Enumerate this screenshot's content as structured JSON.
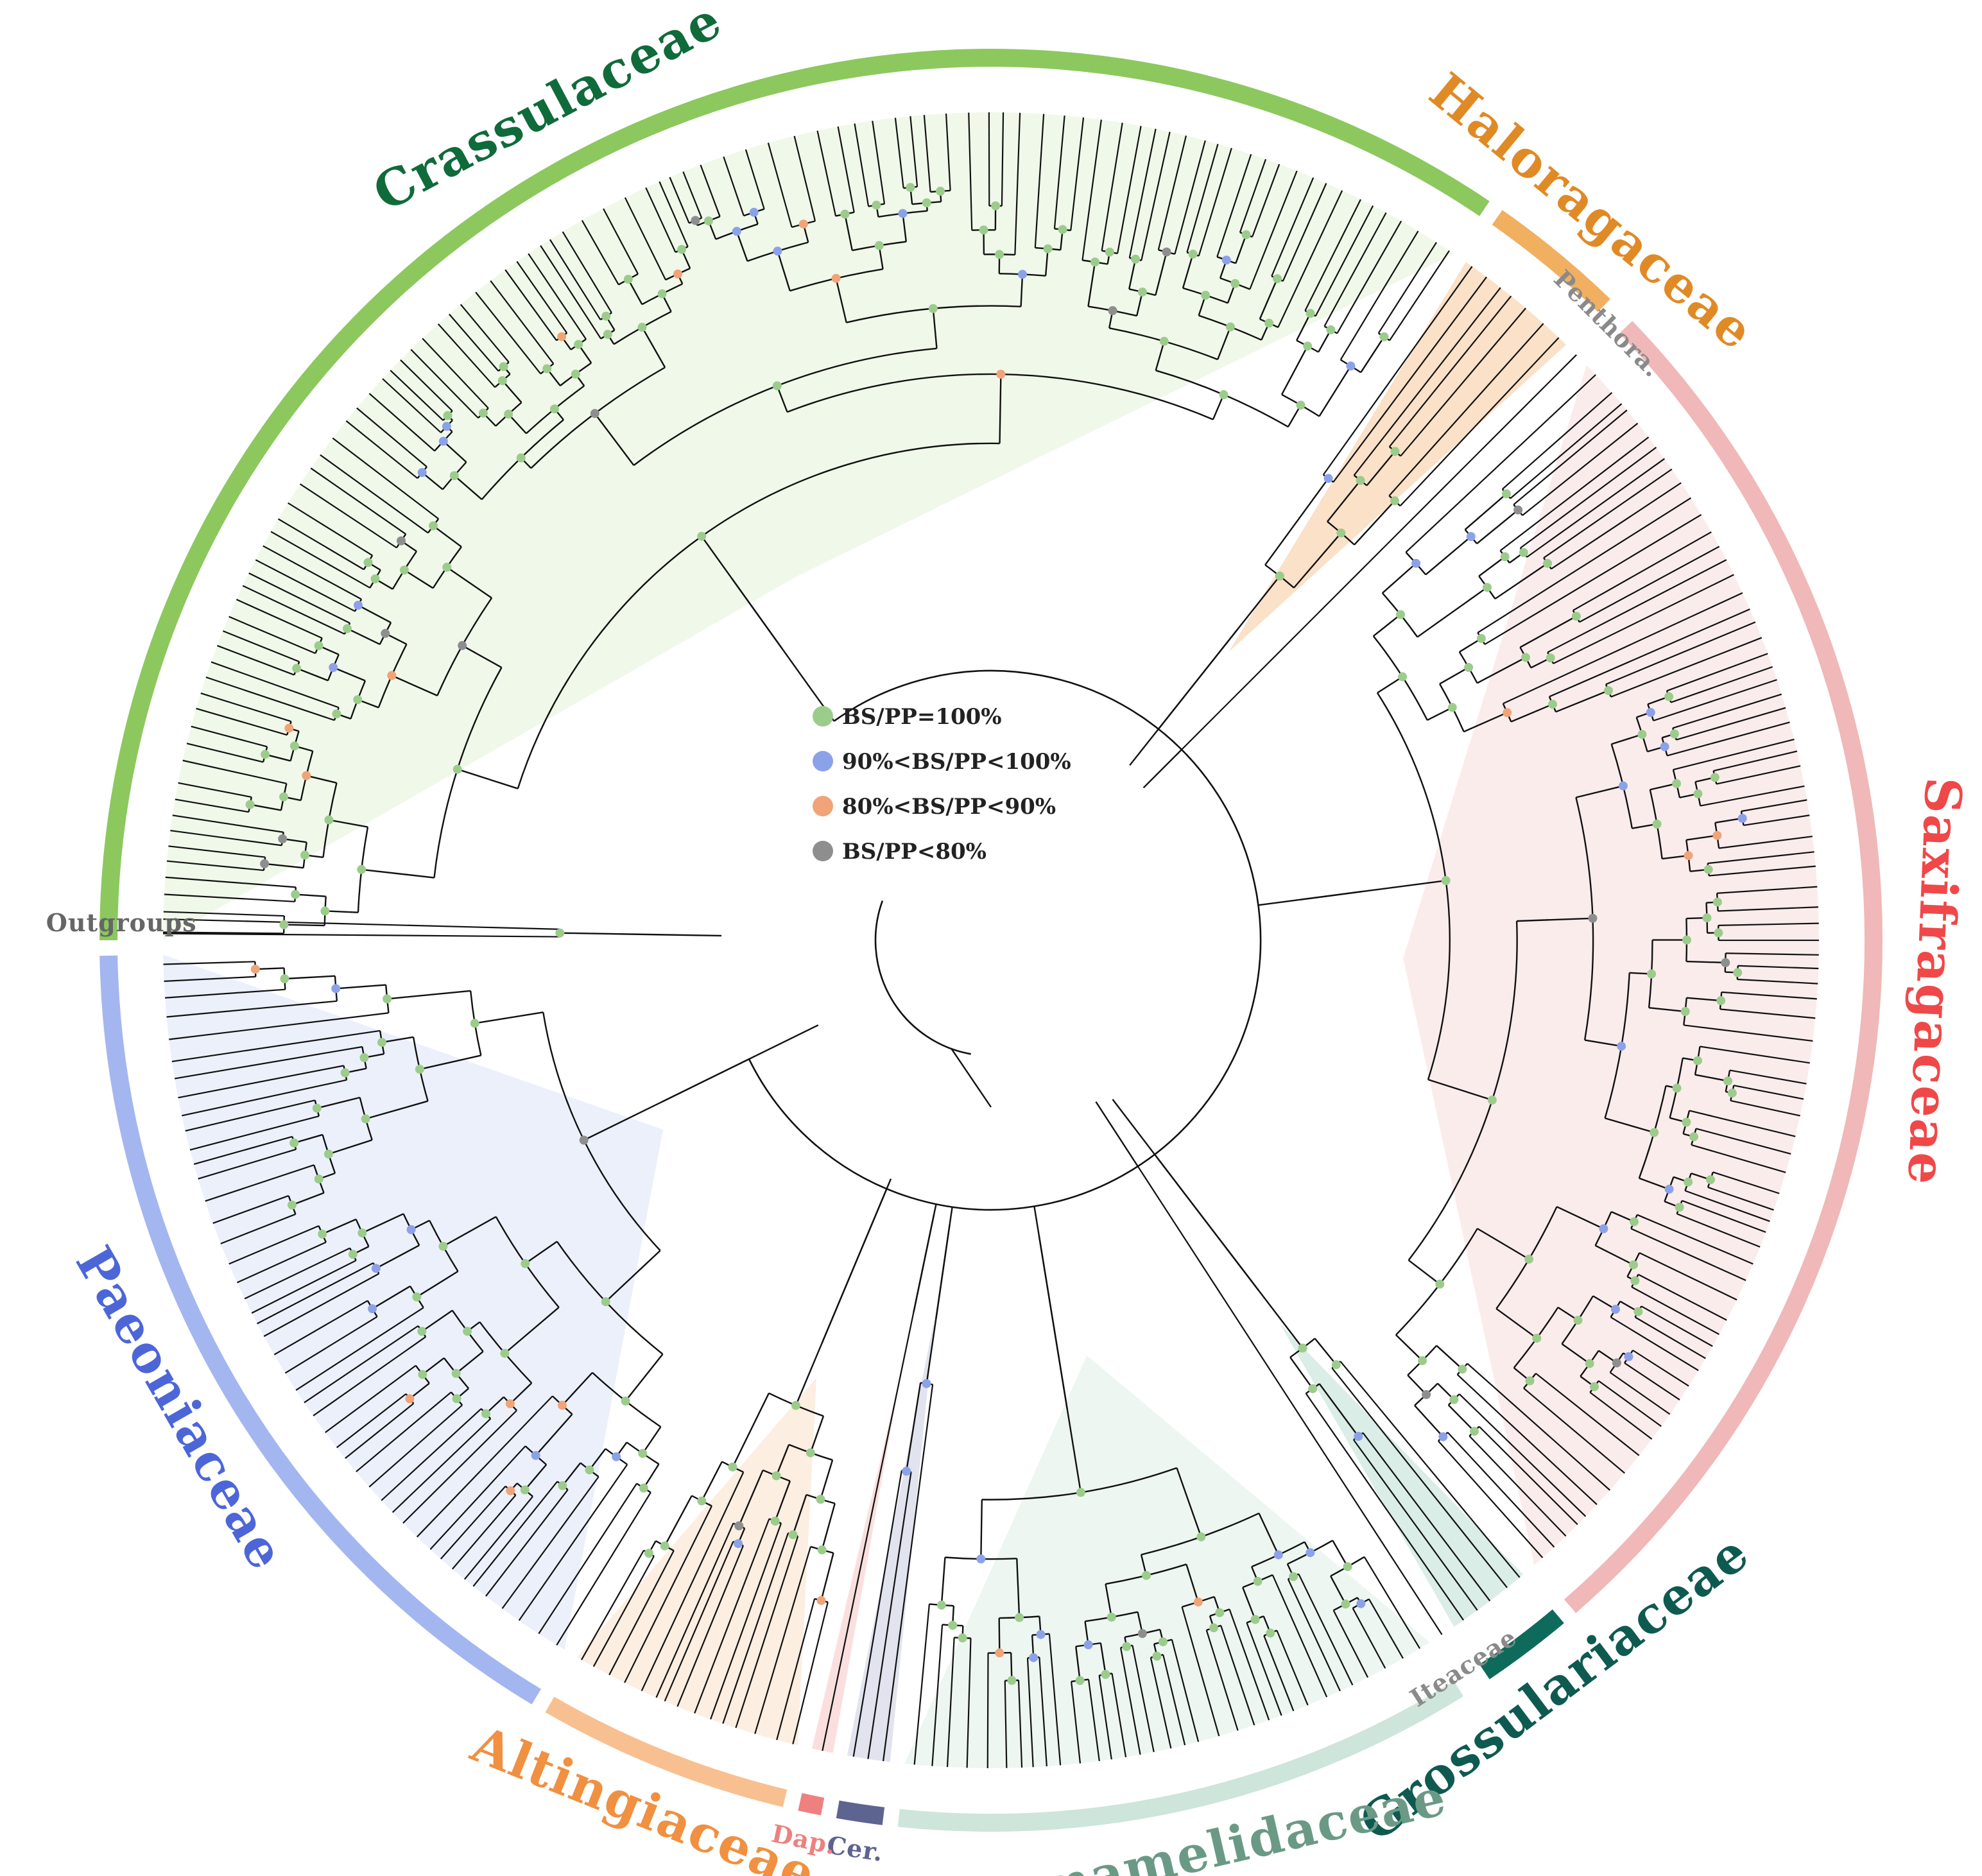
{
  "legend": {
    "items": [
      {
        "label": "BS/PP=100%",
        "color": "#9ccc8c"
      },
      {
        "label": "90%<BS/PP<100%",
        "color": "#8ca2e8"
      },
      {
        "label": "80%<BS/PP<90%",
        "color": "#f0a478"
      },
      {
        "label": "BS/PP<80%",
        "color": "#8e8e8e"
      }
    ]
  },
  "clades": [
    {
      "name": "Crassulaceae",
      "color": "#8cc85e",
      "label_color": "#0f6b3a",
      "start_deg": -180,
      "end_deg": -56,
      "shade": "#e4f2d8"
    },
    {
      "name": "Haloragaceae",
      "color": "#f0b060",
      "label_color": "#e08a26",
      "start_deg": -55,
      "end_deg": -46,
      "shade": "#f5c89a"
    },
    {
      "name": "Penthora.",
      "color": "#9a9a9a",
      "label_color": "#8a8a8a",
      "start_deg": -45.5,
      "end_deg": -44.5,
      "shade": ""
    },
    {
      "name": "Saxifragaceae",
      "color": "#f0b8b8",
      "label_color": "#f04848",
      "start_deg": -44,
      "end_deg": 49,
      "shade": "#f7dcdc"
    },
    {
      "name": "Grossulariaceae",
      "color": "#0e6b5c",
      "label_color": "#0e5a50",
      "start_deg": 50,
      "end_deg": 56,
      "shade": "#bcded4"
    },
    {
      "name": "Iteaceae",
      "color": "#9a9a9a",
      "label_color": "#8a8a8a",
      "start_deg": 56.5,
      "end_deg": 57.5,
      "shade": ""
    },
    {
      "name": "Hamamelidaceae",
      "color": "#cde5da",
      "label_color": "#6a9a86",
      "start_deg": 58,
      "end_deg": 96,
      "shade": "#e0eee6"
    },
    {
      "name": "Cer.",
      "color": "#5e6490",
      "label_color": "#5e6490",
      "start_deg": 97,
      "end_deg": 100,
      "shade": "#c8cce0"
    },
    {
      "name": "Dap.",
      "color": "#ee8080",
      "label_color": "#ee8080",
      "start_deg": 101,
      "end_deg": 102.5,
      "shade": "#f8c4c4"
    },
    {
      "name": "Altingiaceae",
      "color": "#f8c090",
      "label_color": "#f09040",
      "start_deg": 103.5,
      "end_deg": 120,
      "shade": "#fae0c8"
    },
    {
      "name": "Paeoniaceae",
      "color": "#a4b6f0",
      "label_color": "#4c66d8",
      "start_deg": 121,
      "end_deg": 179,
      "shade": "#dde3f8"
    },
    {
      "name": "Outgroups",
      "color": "#888888",
      "label_color": "#666666",
      "start_deg": 180,
      "end_deg": 182,
      "shade": ""
    }
  ]
}
